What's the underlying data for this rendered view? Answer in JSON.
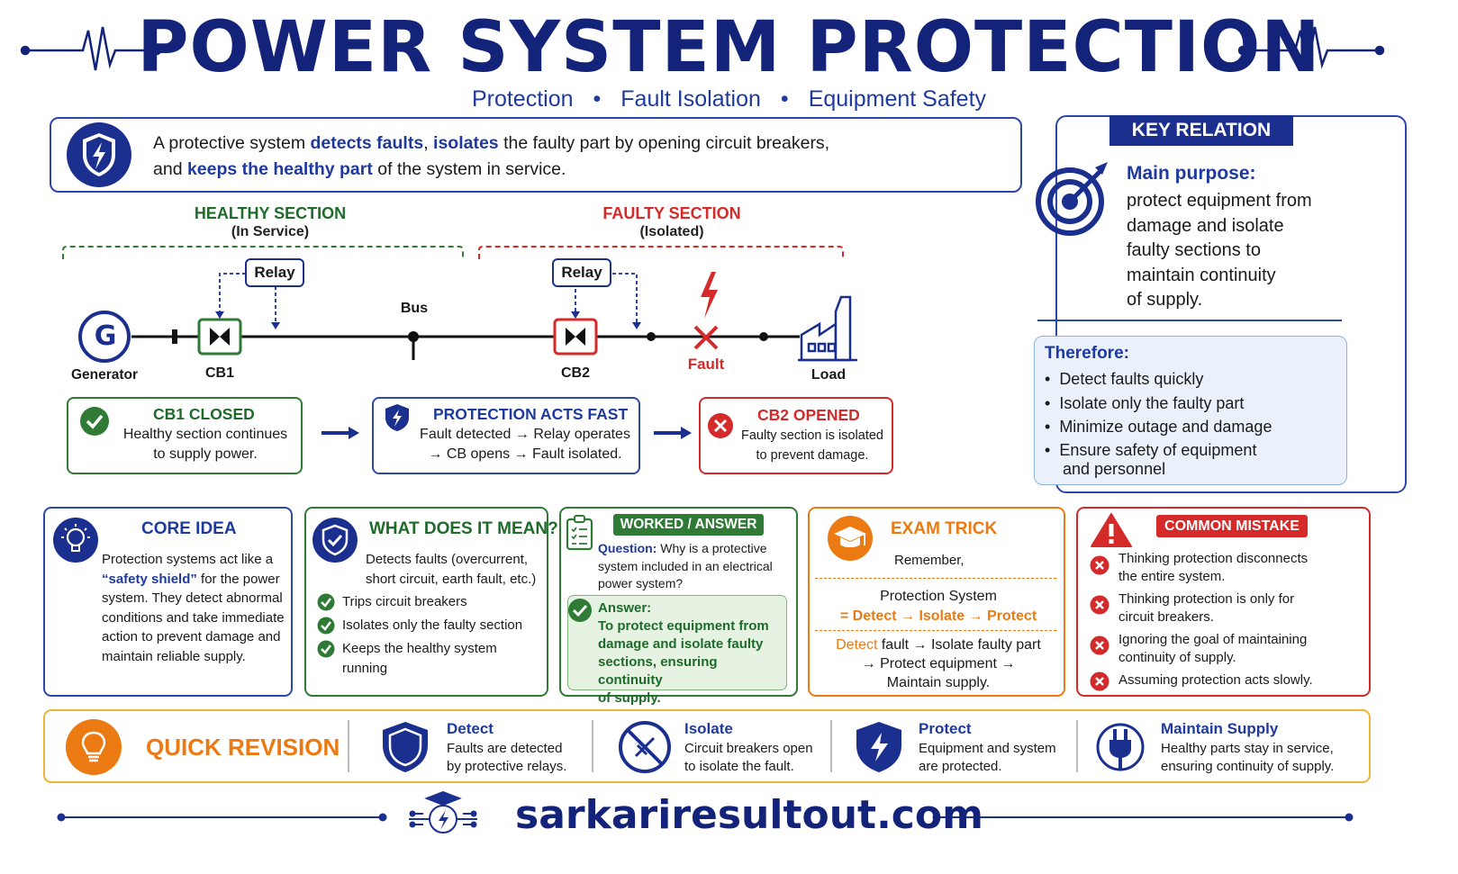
{
  "header": {
    "title": "POWER SYSTEM PROTECTION",
    "subtitle": [
      "Protection",
      "Fault Isolation",
      "Equipment Safety"
    ]
  },
  "intro": {
    "p1": "A protective system ",
    "h1": "detects faults",
    "p2": ", ",
    "h2": "isolates",
    "p3": " the faulty part by opening circuit breakers,",
    "p4": "and ",
    "h3": "keeps the healthy part",
    "p5": " of the system in service."
  },
  "diagram": {
    "healthy_label": "HEALTHY SECTION",
    "healthy_sub": "(In Service)",
    "faulty_label": "FAULTY SECTION",
    "faulty_sub": "(Isolated)",
    "relay1": "Relay",
    "relay2": "Relay",
    "generator_symbol": "G",
    "generator": "Generator",
    "cb1": "CB1",
    "bus": "Bus",
    "cb2": "CB2",
    "fault": "Fault",
    "load": "Load"
  },
  "status": {
    "cb1_title": "CB1 CLOSED",
    "cb1_text1": "Healthy section continues",
    "cb1_text2": "to supply power.",
    "prot_title": "PROTECTION ACTS FAST",
    "prot_text1": "Fault detected → Relay operates",
    "prot_text2": "→ CB opens → Fault isolated.",
    "cb2_title": "CB2 OPENED",
    "cb2_text1": "Faulty section is isolated",
    "cb2_text2": "to prevent damage."
  },
  "key_relation": {
    "header": "KEY RELATION",
    "purpose_title": "Main purpose:",
    "purpose_lines": [
      "protect equipment from",
      "damage and isolate",
      "faulty sections to",
      "maintain continuity",
      "of supply."
    ],
    "therefore_title": "Therefore:",
    "therefore_items": [
      "Detect faults quickly",
      "Isolate only the faulty part",
      "Minimize outage and damage",
      "Ensure safety of equipment",
      "and personnel"
    ]
  },
  "core_idea": {
    "title": "CORE IDEA",
    "l1": "Protection systems act like a",
    "l2a": "“safety shield”",
    "l2b": " for the power",
    "l3": "system. They detect abnormal",
    "l4": "conditions and take immediate",
    "l5": "action to prevent damage and",
    "l6": "maintain reliable supply."
  },
  "meaning": {
    "title": "WHAT DOES IT MEAN?",
    "intro1": "Detects faults (overcurrent,",
    "intro2": "short circuit, earth fault, etc.)",
    "items": [
      "Trips circuit breakers",
      "Isolates only the faulty section",
      "Keeps the healthy system"
    ],
    "item3b": "running"
  },
  "worked": {
    "badge": "WORKED / ANSWER",
    "q_label": "Question:",
    "q1": " Why is a protective",
    "q2": "system included in an electrical",
    "q3": "power system?",
    "a_label": "Answer:",
    "a_lines": [
      "To protect equipment from",
      "damage and isolate faulty",
      "sections, ensuring continuity",
      "of supply."
    ]
  },
  "exam_trick": {
    "title": "EXAM TRICK",
    "remember": "Remember,",
    "formula_title": "Protection System",
    "f_eq": "= ",
    "f_detect": "Detect",
    "f_isolate": "Isolate",
    "f_protect": "Protect",
    "arrow": " → ",
    "l1a": "Detect",
    "l1b": " fault → Isolate faulty part",
    "l2": "→ Protect equipment →",
    "l3": "Maintain supply."
  },
  "mistakes": {
    "title": "COMMON MISTAKE",
    "items": [
      [
        "Thinking protection disconnects",
        "the entire system."
      ],
      [
        "Thinking protection is only for",
        "circuit breakers."
      ],
      [
        "Ignoring the goal of maintaining",
        "continuity of supply."
      ],
      [
        "Assuming protection acts slowly.",
        ""
      ]
    ]
  },
  "quick_revision": {
    "title": "QUICK REVISION",
    "items": [
      {
        "title": "Detect",
        "l1": "Faults are detected",
        "l2": "by protective relays."
      },
      {
        "title": "Isolate",
        "l1": "Circuit breakers open",
        "l2": "to isolate the fault."
      },
      {
        "title": "Protect",
        "l1": "Equipment and system",
        "l2": "are protected."
      },
      {
        "title": "Maintain Supply",
        "l1": "Healthy parts stay in service,",
        "l2": "ensuring continuity of supply."
      }
    ]
  },
  "footer": {
    "site": "sarkariresultout.com"
  },
  "colors": {
    "navy": "#14237a",
    "blue": "#1f3a9e",
    "green": "#2f7a35",
    "red": "#d42a2a",
    "orange": "#ec7a12",
    "gold": "#efb43a"
  }
}
